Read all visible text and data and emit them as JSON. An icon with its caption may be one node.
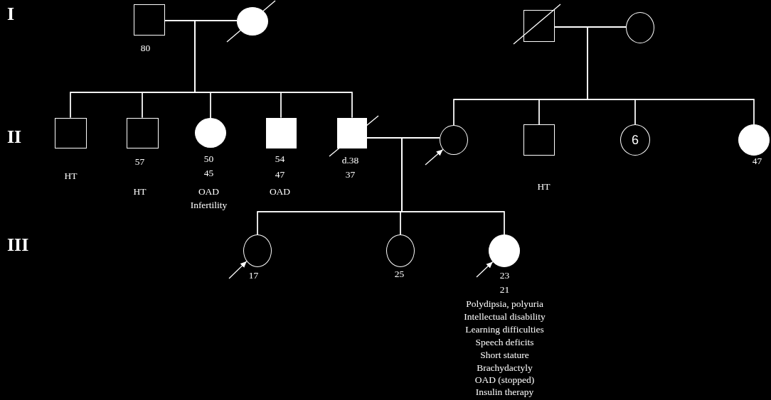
{
  "diagram": {
    "nodes": [
      {
        "text": [],
        "shape": "box",
        "beside": [
          "80"
        ]
      },
      {
        "text": [],
        "shape": "circle"
      },
      {
        "text": [],
        "shape": "box"
      },
      {
        "text": [],
        "shape": "circle"
      },
      {
        "text": [],
        "shape": "box",
        "beside": [
          "HT"
        ]
      },
      {
        "text": [],
        "shape": "box",
        "beside": [
          "57",
          "HT"
        ]
      },
      {
        "text": [],
        "shape": "circle",
        "beside": [
          "50",
          "45",
          "OAD",
          "Infertility"
        ]
      },
      {
        "text": [],
        "shape": "box",
        "beside": [
          "54",
          "47",
          "OAD"
        ]
      },
      {
        "text": [],
        "shape": "box",
        "beside": [
          "d.38",
          "37"
        ]
      },
      {
        "text": [],
        "shape": "circle"
      },
      {
        "text": [],
        "shape": "box",
        "beside": [
          "HT"
        ]
      },
      {
        "text": [
          "6"
        ]
      },
      {
        "text": [],
        "shape": "circle",
        "beside": [
          "47"
        ]
      },
      {
        "text": [],
        "shape": "circle",
        "beside": [
          "17"
        ]
      },
      {
        "text": [],
        "shape": "circle",
        "beside": [
          "25"
        ]
      },
      {
        "text": [],
        "shape": "circle",
        "beside": [
          "23",
          "21",
          "Polydipsia, polyuria",
          "Intellectual disability",
          "Learning difficulties",
          "Speech deficits",
          "Short stature",
          "Brachydactyly",
          "OAD (stopped)",
          "Insulin therapy"
        ]
      }
    ],
    "edges": [
      {
        "from": 0,
        "to": 1,
        "arrow": "none"
      },
      {
        "from": 2,
        "to": 3,
        "arrow": "none"
      },
      {
        "from": 0,
        "to": 4,
        "arrow": "none"
      },
      {
        "from": 1,
        "to": 4,
        "arrow": "none"
      },
      {
        "from": 0,
        "to": 5,
        "arrow": "none"
      },
      {
        "from": 1,
        "to": 5,
        "arrow": "none"
      },
      {
        "from": 0,
        "to": 6,
        "arrow": "none"
      },
      {
        "from": 1,
        "to": 6,
        "arrow": "none"
      },
      {
        "from": 0,
        "to": 7,
        "arrow": "none"
      },
      {
        "from": 1,
        "to": 7,
        "arrow": "none"
      },
      {
        "from": 0,
        "to": 8,
        "arrow": "none"
      },
      {
        "from": 1,
        "to": 8,
        "arrow": "none"
      },
      {
        "from": 2,
        "to": 9,
        "arrow": "none"
      },
      {
        "from": 3,
        "to": 9,
        "arrow": "none"
      },
      {
        "from": 2,
        "to": 10,
        "arrow": "none"
      },
      {
        "from": 3,
        "to": 10,
        "arrow": "none"
      },
      {
        "from": 2,
        "to": 11,
        "arrow": "none"
      },
      {
        "from": 3,
        "to": 11,
        "arrow": "none"
      },
      {
        "from": 2,
        "to": 12,
        "arrow": "none"
      },
      {
        "from": 3,
        "to": 12,
        "arrow": "none"
      },
      {
        "from": 8,
        "to": 9,
        "arrow": "none"
      },
      {
        "from": 8,
        "to": 13,
        "arrow": "none"
      },
      {
        "from": 9,
        "to": 13,
        "arrow": "none"
      },
      {
        "from": 8,
        "to": 14,
        "arrow": "none"
      },
      {
        "from": 9,
        "to": 14,
        "arrow": "none"
      },
      {
        "from": 8,
        "to": 15,
        "arrow": "none"
      },
      {
        "from": 9,
        "to": 15,
        "arrow": "none"
      },
      {
        "from": null,
        "to": 9,
        "arrow": "to"
      },
      {
        "from": null,
        "to": 13,
        "arrow": "to"
      },
      {
        "from": null,
        "to": 15,
        "arrow": "to"
      }
    ],
    "labels": [
      "I",
      "II",
      "III"
    ]
  }
}
